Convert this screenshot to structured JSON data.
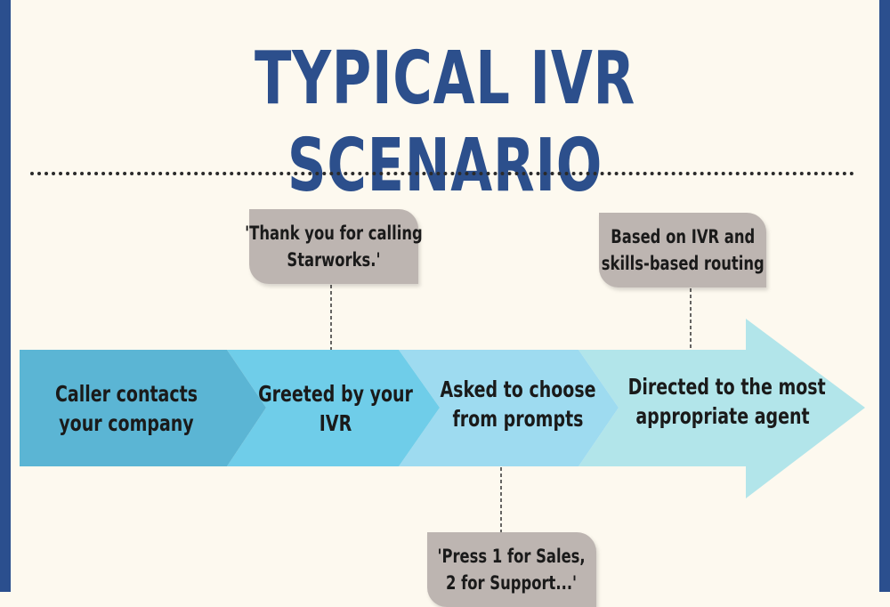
{
  "title": "TYPICAL IVR SCENARIO",
  "steps": [
    {
      "line1": "Caller contacts",
      "line2": "your company",
      "color": "#5bb5d4"
    },
    {
      "line1": "Greeted by your",
      "line2": "IVR",
      "color": "#6fcde9"
    },
    {
      "line1": "Asked to choose",
      "line2": "from prompts",
      "color": "#9edbf0"
    },
    {
      "line1": "Directed to the most",
      "line2": "appropriate agent",
      "color": "#b2e5ea"
    }
  ],
  "callouts": {
    "greeting": {
      "line1": "'Thank you for calling",
      "line2": "Starworks.'"
    },
    "routing": {
      "line1": "Based on IVR and",
      "line2": "skills-based routing"
    },
    "prompts": {
      "line1": "'Press 1 for Sales,",
      "line2": "2 for Support...'"
    }
  },
  "colors": {
    "frame": "#2b4f8e",
    "title": "#2c4f8c",
    "background": "#fdf9ef",
    "callout": "#bdb5b1"
  }
}
